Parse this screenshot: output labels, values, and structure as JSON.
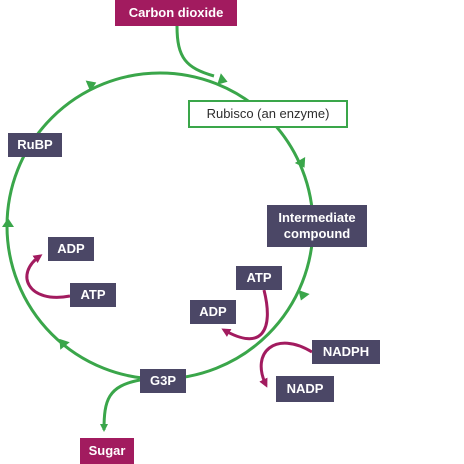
{
  "labels": {
    "carbon_dioxide": "Carbon dioxide",
    "rubisco": "Rubisco (an enzyme)",
    "rubp": "RuBP",
    "intermediate": "Intermediate compound",
    "adp_left": "ADP",
    "atp_left": "ATP",
    "atp_right": "ATP",
    "adp_right": "ADP",
    "nadph": "NADPH",
    "nadp": "NADP",
    "g3p": "G3P",
    "sugar": "Sugar"
  },
  "colors": {
    "cycle_green": "#3aa64a",
    "box_dark": "#4b4766",
    "box_magenta": "#a21b5f",
    "arrow_magenta": "#a21b5f",
    "text_dark": "#2d2d2d",
    "background": "#ffffff"
  }
}
